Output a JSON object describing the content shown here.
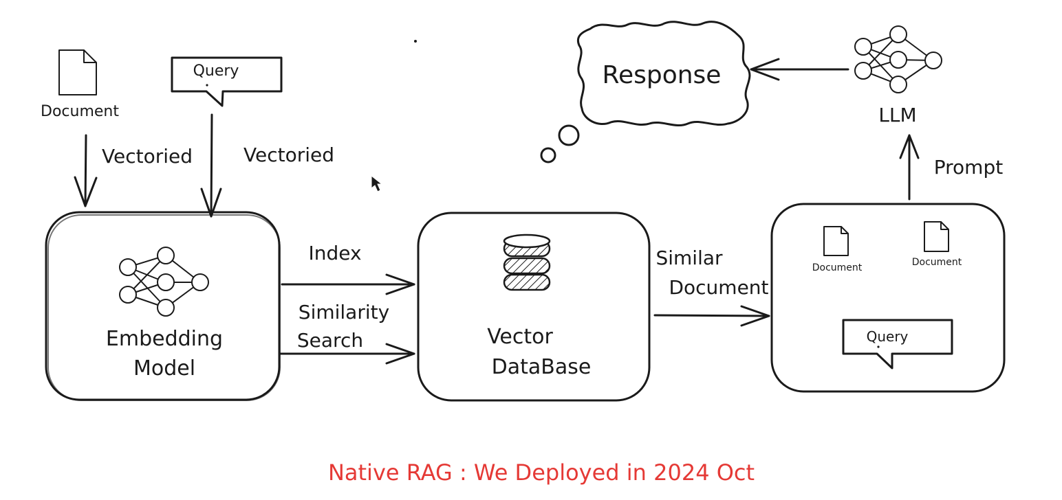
{
  "labels": {
    "document_top": "Document",
    "query_top": "Query",
    "vectoried_left": "Vectoried",
    "vectoried_right": "Vectoried",
    "embedding_line1": "Embedding",
    "embedding_line2": "Model",
    "index": "Index",
    "similarity_line1": "Similarity",
    "similarity_line2": "Search",
    "vector_line1": "Vector",
    "vector_line2": "DataBase",
    "similar_line1": "Similar",
    "similar_line2": "Document",
    "doc_small_1": "Document",
    "doc_small_2": "Document",
    "query_small": "Query",
    "prompt": "Prompt",
    "llm": "LLM",
    "response": "Response"
  },
  "caption": "Native RAG : We Deployed in 2024 Oct",
  "colors": {
    "ink": "#1a1a1a",
    "caption": "#e53935"
  }
}
